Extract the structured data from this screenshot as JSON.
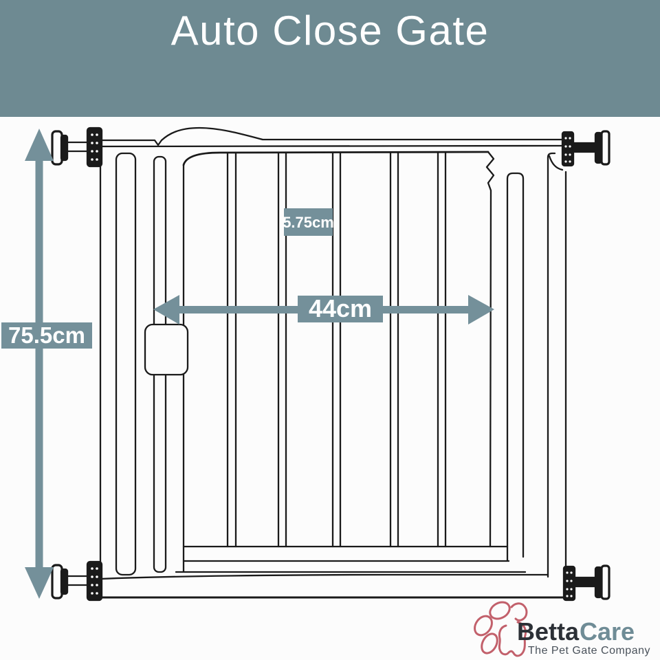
{
  "header": {
    "title": "Auto Close Gate"
  },
  "colors": {
    "banner": "#6e8a92",
    "accent": "#74909a",
    "line": "#1a1a1a",
    "background": "#fcfcfc",
    "paw": "#c2606b",
    "brand_dark": "#2c3036",
    "brand_light": "#6f8c96",
    "tagline": "#49515a",
    "label_text": "#ffffff"
  },
  "diagram": {
    "product": "pet safety gate line drawing",
    "labels": {
      "height": "75.5cm",
      "width": "44cm",
      "bar_gap": "5.75cm"
    }
  },
  "logo": {
    "brand_part1": "Betta",
    "brand_part2": "Care",
    "tagline": "The Pet Gate Company"
  }
}
